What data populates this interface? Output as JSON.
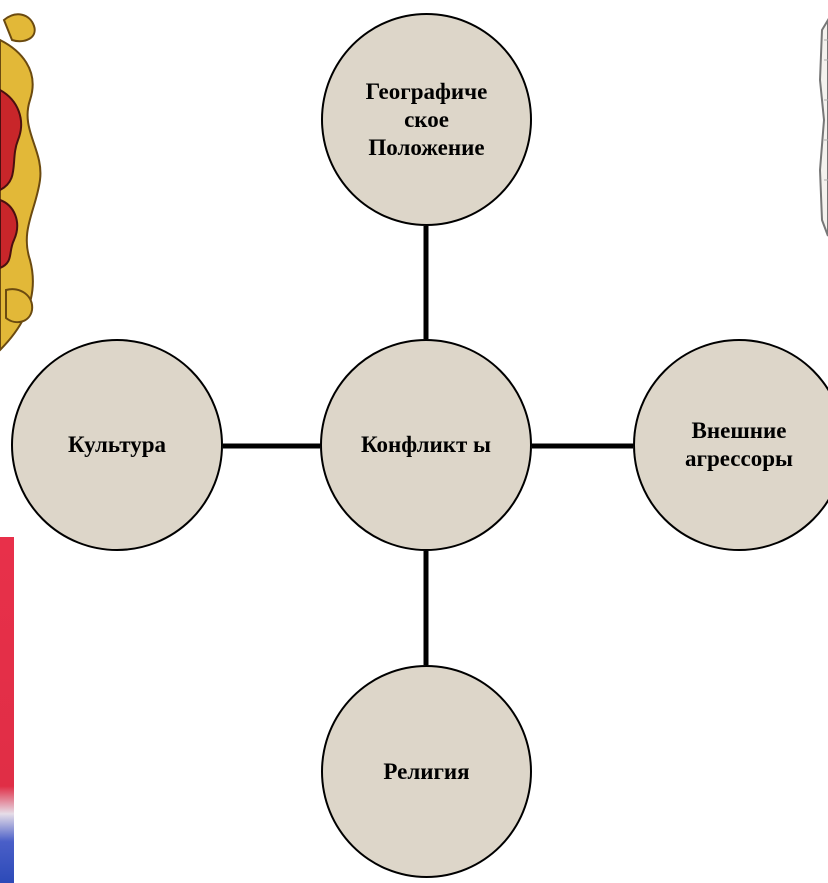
{
  "diagram": {
    "nodes": {
      "geography": "Географиче ское Положение",
      "center": "Конфликт ы",
      "culture": "Культура",
      "external": "Внешние агрессоры",
      "religion": "Религия"
    },
    "edges": [
      {
        "from": "center",
        "to": "geography"
      },
      {
        "from": "center",
        "to": "culture"
      },
      {
        "from": "center",
        "to": "external"
      },
      {
        "from": "center",
        "to": "religion"
      }
    ]
  },
  "colors": {
    "node_fill": "#ddd6c9",
    "outline": "#000000",
    "emblem_gold": "#e2b838",
    "emblem_red": "#c8262a",
    "flag_red": "#e02e46",
    "flag_blue": "#2c4ab8"
  },
  "decorations": {
    "top_left": "coat-of-arms-emblem",
    "bottom_left": "flag-fragment",
    "top_right": "document-fragment"
  }
}
